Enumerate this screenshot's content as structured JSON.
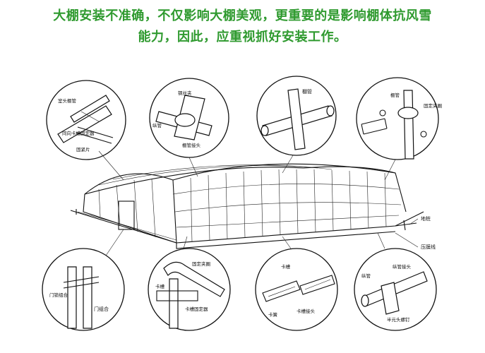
{
  "header": {
    "line1": "大棚安装不准确，不仅影响大棚美观，更重要的是影响棚体抗风雪",
    "line2": "能力，因此，应重视抓好安装工作。"
  },
  "labels": {
    "c1_a": "室头棚管",
    "c1_b": "同向卡槽固定器",
    "c1_c": "固紧片",
    "c2_a": "钢丝夹",
    "c2_b": "纵管",
    "c2_c": "棚管接头",
    "c3_a": "棚管",
    "c4_a": "棚管",
    "c4_b": "固定夹圈",
    "ground_pile": "地桩",
    "film_line": "压膜线",
    "c5_a": "门锁组合",
    "c5_b": "门组合",
    "c6_a": "固定夹圈",
    "c6_b": "卡槽",
    "c6_c": "卡槽固定器",
    "c7_a": "卡槽",
    "c7_b": "卡簧",
    "c7_c": "卡槽接头",
    "c8_a": "纵管",
    "c8_b": "纵管接头",
    "c8_c": "半元头螺钉"
  }
}
